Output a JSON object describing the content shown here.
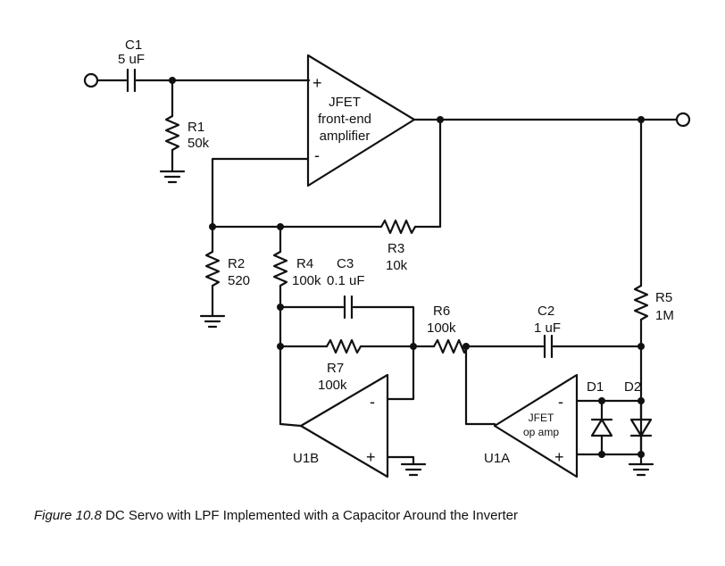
{
  "components": {
    "C1": {
      "ref": "C1",
      "value": "5 uF"
    },
    "R1": {
      "ref": "R1",
      "value": "50k"
    },
    "R2": {
      "ref": "R2",
      "value": "520"
    },
    "R3": {
      "ref": "R3",
      "value": "10k"
    },
    "R4": {
      "ref": "R4",
      "value": "100k"
    },
    "C3": {
      "ref": "C3",
      "value": "0.1 uF"
    },
    "R6": {
      "ref": "R6",
      "value": "100k"
    },
    "R7": {
      "ref": "R7",
      "value": "100k"
    },
    "C2": {
      "ref": "C2",
      "value": "1 uF"
    },
    "R5": {
      "ref": "R5",
      "value": "1M"
    },
    "D1": {
      "ref": "D1"
    },
    "D2": {
      "ref": "D2"
    },
    "U1B": {
      "ref": "U1B"
    },
    "U1A": {
      "ref": "U1A",
      "line1": "JFET",
      "line2": "op amp"
    },
    "main_amp": {
      "line1": "JFET",
      "line2": "front-end",
      "line3": "amplifier"
    }
  },
  "signs": {
    "plus": "+",
    "minus": "-"
  },
  "caption": {
    "figure": "Figure 10.8",
    "text": "DC Servo with LPF Implemented with a Capacitor Around the Inverter"
  }
}
